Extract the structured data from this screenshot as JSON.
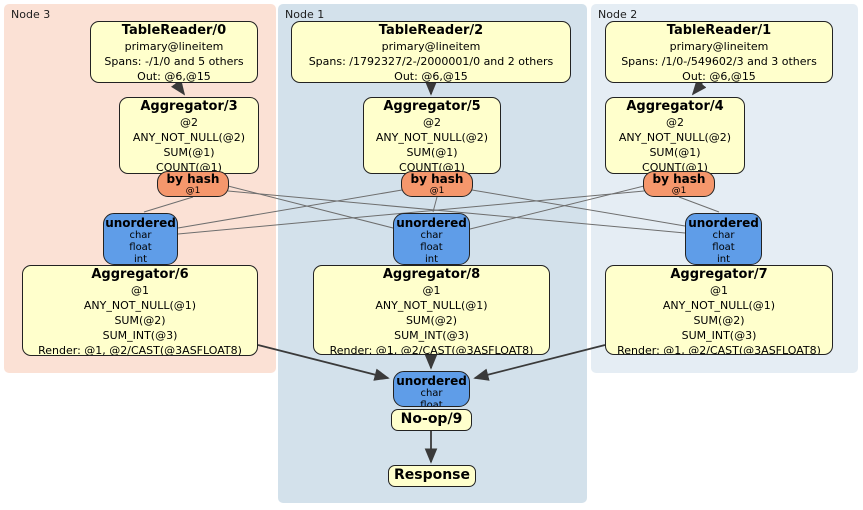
{
  "colors": {
    "node3_bg": "#fbe1d5",
    "node1_bg": "#d3e1eb",
    "node2_bg": "#e5edf4",
    "operator_box": "#ffffcc",
    "hash_router": "#f5976c",
    "sync_box": "#5f9de8"
  },
  "groups": [
    {
      "label": "Node 3",
      "table_reader": {
        "title": "TableReader/0",
        "lines": [
          "primary@lineitem",
          "Spans: -/1/0 and 5 others",
          "Out: @6,@15"
        ]
      },
      "aggregator_top": {
        "title": "Aggregator/3",
        "lines": [
          "@2",
          "ANY_NOT_NULL(@2)",
          "SUM(@1)",
          "COUNT(@1)"
        ]
      },
      "router": {
        "title": "by hash",
        "detail": "@1"
      },
      "sync": {
        "title": "unordered",
        "lines": [
          "char",
          "float",
          "int"
        ]
      },
      "aggregator_bottom": {
        "title": "Aggregator/6",
        "lines": [
          "@1",
          "ANY_NOT_NULL(@1)",
          "SUM(@2)",
          "SUM_INT(@3)",
          "Render: @1, @2/CAST(@3ASFLOAT8)"
        ]
      }
    },
    {
      "label": "Node 1",
      "table_reader": {
        "title": "TableReader/2",
        "lines": [
          "primary@lineitem",
          "Spans: /1792327/2-/2000001/0 and 2 others",
          "Out: @6,@15"
        ]
      },
      "aggregator_top": {
        "title": "Aggregator/5",
        "lines": [
          "@2",
          "ANY_NOT_NULL(@2)",
          "SUM(@1)",
          "COUNT(@1)"
        ]
      },
      "router": {
        "title": "by hash",
        "detail": "@1"
      },
      "sync": {
        "title": "unordered",
        "lines": [
          "char",
          "float",
          "int"
        ]
      },
      "aggregator_bottom": {
        "title": "Aggregator/8",
        "lines": [
          "@1",
          "ANY_NOT_NULL(@1)",
          "SUM(@2)",
          "SUM_INT(@3)",
          "Render: @1, @2/CAST(@3ASFLOAT8)"
        ]
      }
    },
    {
      "label": "Node 2",
      "table_reader": {
        "title": "TableReader/1",
        "lines": [
          "primary@lineitem",
          "Spans: /1/0-/549602/3 and 3 others",
          "Out: @6,@15"
        ]
      },
      "aggregator_top": {
        "title": "Aggregator/4",
        "lines": [
          "@2",
          "ANY_NOT_NULL(@2)",
          "SUM(@1)",
          "COUNT(@1)"
        ]
      },
      "router": {
        "title": "by hash",
        "detail": "@1"
      },
      "sync": {
        "title": "unordered",
        "lines": [
          "char",
          "float",
          "int"
        ]
      },
      "aggregator_bottom": {
        "title": "Aggregator/7",
        "lines": [
          "@1",
          "ANY_NOT_NULL(@1)",
          "SUM(@2)",
          "SUM_INT(@3)",
          "Render: @1, @2/CAST(@3ASFLOAT8)"
        ]
      }
    }
  ],
  "final": {
    "sync": {
      "title": "unordered",
      "lines": [
        "char",
        "float"
      ]
    },
    "noop_label": "No-op/9",
    "response_label": "Response"
  }
}
